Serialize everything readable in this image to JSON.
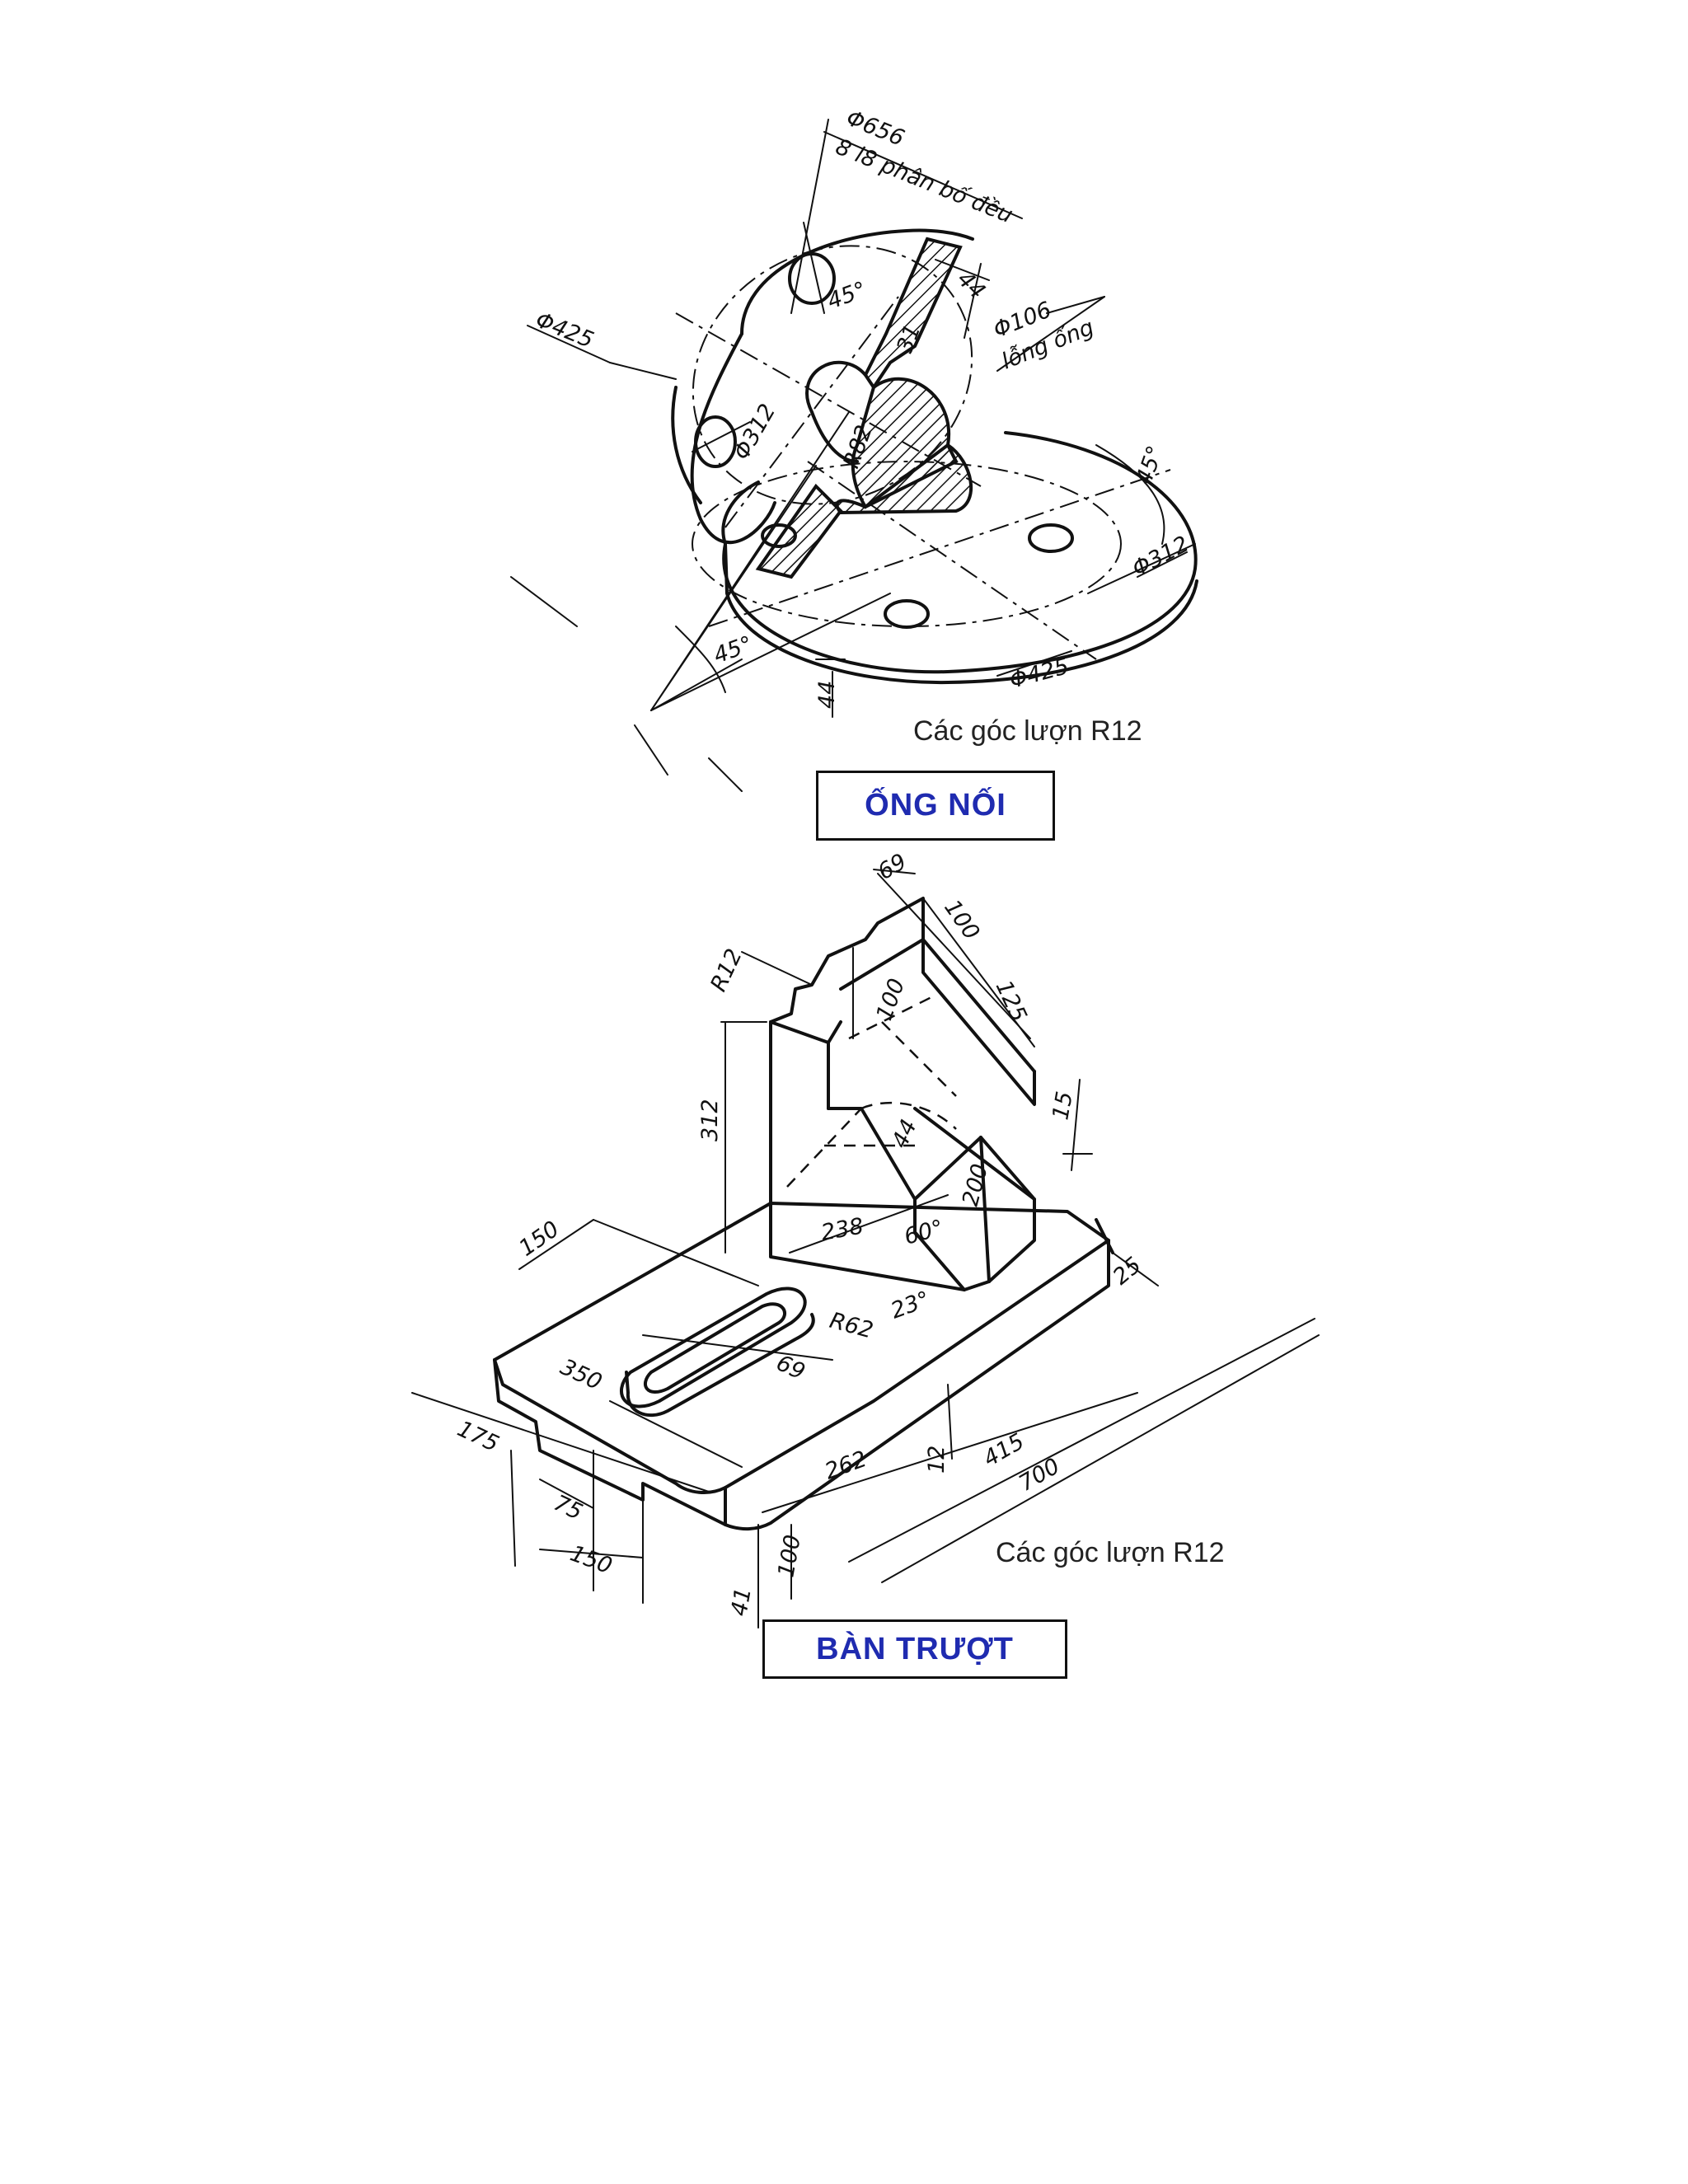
{
  "figure1": {
    "title": "ỐNG NỐI",
    "note": "Các góc lượn R12",
    "dims": {
      "d656": "Φ656",
      "holes": "8 l8 phân bố đều",
      "t44a": "44",
      "a45a": "45°",
      "t31": "31",
      "d106": "Φ106",
      "bore": "lỗng ống",
      "d425a": "Φ425",
      "d312a": "Φ312",
      "r82": "R82",
      "a45b": "45°",
      "d312b": "Φ312",
      "a45c": "45°",
      "t44b": "44",
      "d425b": "Φ425"
    }
  },
  "figure2": {
    "title": "BÀN TRƯỢT",
    "note": "Các góc lượn R12",
    "dims": {
      "d69a": "69",
      "d100a": "100",
      "r12": "R12",
      "d100b": "100",
      "d125": "125",
      "d312": "312",
      "d15": "15",
      "d44": "44",
      "d200": "200",
      "d238": "238",
      "a60": "60°",
      "d150a": "150",
      "d25": "25",
      "r62": "R62",
      "a23": "23°",
      "d350": "350",
      "d69b": "69",
      "d175": "175",
      "d12": "12",
      "d415": "415",
      "d262": "262",
      "d700": "700",
      "d75": "75",
      "d150b": "150",
      "d100c": "100",
      "d41": "41"
    }
  }
}
